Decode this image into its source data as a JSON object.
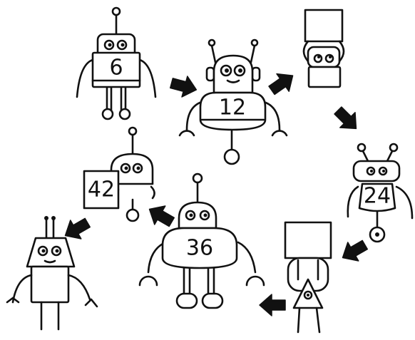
{
  "robots": [
    {
      "id": "robot-a",
      "number": "6"
    },
    {
      "id": "robot-b",
      "number": "12"
    },
    {
      "id": "robot-c",
      "number": ""
    },
    {
      "id": "robot-d",
      "number": "24"
    },
    {
      "id": "robot-e",
      "number": ""
    },
    {
      "id": "robot-f",
      "number": "36"
    },
    {
      "id": "robot-g",
      "number": "42"
    },
    {
      "id": "robot-h",
      "number": ""
    }
  ],
  "arrows": [
    {
      "from": "robot-a",
      "to": "robot-b"
    },
    {
      "from": "robot-b",
      "to": "robot-c"
    },
    {
      "from": "robot-c",
      "to": "robot-d"
    },
    {
      "from": "robot-d",
      "to": "robot-e"
    },
    {
      "from": "robot-e",
      "to": "robot-f"
    },
    {
      "from": "robot-f",
      "to": "robot-g"
    },
    {
      "from": "robot-g",
      "to": "robot-h"
    }
  ],
  "colors": {
    "ink": "#111111",
    "background": "#ffffff"
  }
}
